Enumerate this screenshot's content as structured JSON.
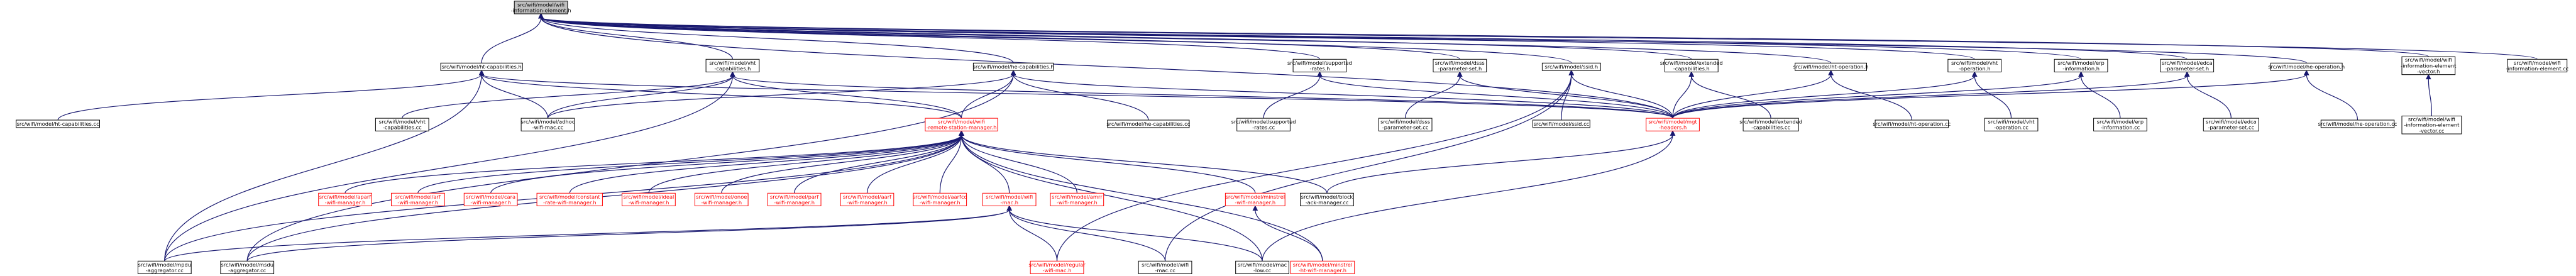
{
  "nodes": [
    {
      "id": "root",
      "lines": [
        "src/wifi/model/wifi",
        "-information-element.h"
      ],
      "style": "root"
    },
    {
      "id": "ht-cap-h",
      "lines": [
        "src/wifi/model/ht-capabilities.h"
      ],
      "style": "normal"
    },
    {
      "id": "vht-cap-h",
      "lines": [
        "src/wifi/model/vht",
        "-capabilities.h"
      ],
      "style": "normal"
    },
    {
      "id": "he-cap-h",
      "lines": [
        "src/wifi/model/he-capabilities.h"
      ],
      "style": "normal"
    },
    {
      "id": "supp-rates-h",
      "lines": [
        "src/wifi/model/supported",
        "-rates.h"
      ],
      "style": "normal"
    },
    {
      "id": "dsss-h",
      "lines": [
        "src/wifi/model/dsss",
        "-parameter-set.h"
      ],
      "style": "normal"
    },
    {
      "id": "ssid-h",
      "lines": [
        "src/wifi/model/ssid.h"
      ],
      "style": "normal"
    },
    {
      "id": "ext-cap-h",
      "lines": [
        "src/wifi/model/extended",
        "-capabilities.h"
      ],
      "style": "normal"
    },
    {
      "id": "ht-op-h",
      "lines": [
        "src/wifi/model/ht-operation.h"
      ],
      "style": "normal"
    },
    {
      "id": "vht-op-h",
      "lines": [
        "src/wifi/model/vht",
        "-operation.h"
      ],
      "style": "normal"
    },
    {
      "id": "erp-h",
      "lines": [
        "src/wifi/model/erp",
        "-information.h"
      ],
      "style": "normal"
    },
    {
      "id": "edca-h",
      "lines": [
        "src/wifi/model/edca",
        "-parameter-set.h"
      ],
      "style": "normal"
    },
    {
      "id": "he-op-h",
      "lines": [
        "src/wifi/model/he-operation.h"
      ],
      "style": "normal"
    },
    {
      "id": "iev-h",
      "lines": [
        "src/wifi/model/wifi",
        "-information-element",
        "-vector.h"
      ],
      "style": "normal"
    },
    {
      "id": "ie-cc",
      "lines": [
        "src/wifi/model/wifi",
        "-information-element.cc"
      ],
      "style": "normal"
    },
    {
      "id": "ht-cap-cc",
      "lines": [
        "src/wifi/model/ht-capabilities.cc"
      ],
      "style": "normal"
    },
    {
      "id": "vht-cap-cc",
      "lines": [
        "src/wifi/model/vht",
        "-capabilities.cc"
      ],
      "style": "normal"
    },
    {
      "id": "adhoc-cc",
      "lines": [
        "src/wifi/model/adhoc",
        "-wifi-mac.cc"
      ],
      "style": "normal"
    },
    {
      "id": "rsm-h",
      "lines": [
        "src/wifi/model/wifi",
        "-remote-station-manager.h"
      ],
      "style": "red"
    },
    {
      "id": "he-cap-cc",
      "lines": [
        "src/wifi/model/he-capabilities.cc"
      ],
      "style": "normal"
    },
    {
      "id": "supp-rates-cc",
      "lines": [
        "src/wifi/model/supported",
        "-rates.cc"
      ],
      "style": "normal"
    },
    {
      "id": "dsss-cc",
      "lines": [
        "src/wifi/model/dsss",
        "-parameter-set.cc"
      ],
      "style": "normal"
    },
    {
      "id": "ssid-cc",
      "lines": [
        "src/wifi/model/ssid.cc"
      ],
      "style": "normal"
    },
    {
      "id": "mgt-h",
      "lines": [
        "src/wifi/model/mgt",
        "-headers.h"
      ],
      "style": "red"
    },
    {
      "id": "ext-cap-cc",
      "lines": [
        "src/wifi/model/extended",
        "-capabilities.cc"
      ],
      "style": "normal"
    },
    {
      "id": "ht-op-cc",
      "lines": [
        "src/wifi/model/ht-operation.cc"
      ],
      "style": "normal"
    },
    {
      "id": "vht-op-cc",
      "lines": [
        "src/wifi/model/vht",
        "-operation.cc"
      ],
      "style": "normal"
    },
    {
      "id": "erp-cc",
      "lines": [
        "src/wifi/model/erp",
        "-information.cc"
      ],
      "style": "normal"
    },
    {
      "id": "edca-cc",
      "lines": [
        "src/wifi/model/edca",
        "-parameter-set.cc"
      ],
      "style": "normal"
    },
    {
      "id": "he-op-cc",
      "lines": [
        "src/wifi/model/he-operation.cc"
      ],
      "style": "normal"
    },
    {
      "id": "iev-cc",
      "lines": [
        "src/wifi/model/wifi",
        "-information-element",
        "-vector.cc"
      ],
      "style": "normal"
    },
    {
      "id": "aparf-h",
      "lines": [
        "src/wifi/model/aparf",
        "-wifi-manager.h"
      ],
      "style": "red"
    },
    {
      "id": "arf-h",
      "lines": [
        "src/wifi/model/arf",
        "-wifi-manager.h"
      ],
      "style": "red"
    },
    {
      "id": "cara-h",
      "lines": [
        "src/wifi/model/cara",
        "-wifi-manager.h"
      ],
      "style": "red"
    },
    {
      "id": "constant-h",
      "lines": [
        "src/wifi/model/constant",
        "-rate-wifi-manager.h"
      ],
      "style": "red"
    },
    {
      "id": "ideal-h",
      "lines": [
        "src/wifi/model/ideal",
        "-wifi-manager.h"
      ],
      "style": "red"
    },
    {
      "id": "onoe-h",
      "lines": [
        "src/wifi/model/onoe",
        "-wifi-manager.h"
      ],
      "style": "red"
    },
    {
      "id": "parf-h",
      "lines": [
        "src/wifi/model/parf",
        "-wifi-manager.h"
      ],
      "style": "red"
    },
    {
      "id": "aarf-h",
      "lines": [
        "src/wifi/model/aarf",
        "-wifi-manager.h"
      ],
      "style": "red"
    },
    {
      "id": "aarfcd-h",
      "lines": [
        "src/wifi/model/aarfcd",
        "-wifi-manager.h"
      ],
      "style": "red"
    },
    {
      "id": "mac-h",
      "lines": [
        "src/wifi/model/wifi",
        "-mac.h"
      ],
      "style": "red"
    },
    {
      "id": "amrr-h",
      "lines": [
        "src/wifi/model/amrr",
        "-wifi-manager.h"
      ],
      "style": "red"
    },
    {
      "id": "minstrel-h",
      "lines": [
        "src/wifi/model/minstrel",
        "-wifi-manager.h"
      ],
      "style": "red"
    },
    {
      "id": "block-ack-cc",
      "lines": [
        "src/wifi/model/block",
        "-ack-manager.cc"
      ],
      "style": "normal"
    },
    {
      "id": "mpdu-agg-cc",
      "lines": [
        "src/wifi/model/mpdu",
        "-aggregator.cc"
      ],
      "style": "normal"
    },
    {
      "id": "msdu-agg-cc",
      "lines": [
        "src/wifi/model/msdu",
        "-aggregator.cc"
      ],
      "style": "normal"
    },
    {
      "id": "regular-h",
      "lines": [
        "src/wifi/model/regular",
        "-wifi-mac.h"
      ],
      "style": "red"
    },
    {
      "id": "mac-cc",
      "lines": [
        "src/wifi/model/wifi",
        "-mac.cc"
      ],
      "style": "normal"
    },
    {
      "id": "mac-low-cc",
      "lines": [
        "src/wifi/model/mac",
        "-low.cc"
      ],
      "style": "normal"
    },
    {
      "id": "minstrel-ht-h",
      "lines": [
        "src/wifi/model/minstrel",
        "-ht-wifi-manager.h"
      ],
      "style": "red"
    }
  ],
  "edges": [
    [
      "ht-cap-h",
      "root"
    ],
    [
      "vht-cap-h",
      "root"
    ],
    [
      "he-cap-h",
      "root"
    ],
    [
      "supp-rates-h",
      "root"
    ],
    [
      "dsss-h",
      "root"
    ],
    [
      "ssid-h",
      "root"
    ],
    [
      "ext-cap-h",
      "root"
    ],
    [
      "ht-op-h",
      "root"
    ],
    [
      "vht-op-h",
      "root"
    ],
    [
      "erp-h",
      "root"
    ],
    [
      "edca-h",
      "root"
    ],
    [
      "he-op-h",
      "root"
    ],
    [
      "iev-h",
      "root"
    ],
    [
      "ie-cc",
      "root"
    ],
    [
      "mgt-h",
      "root"
    ],
    [
      "ht-cap-cc",
      "ht-cap-h"
    ],
    [
      "mgt-h",
      "ht-cap-h"
    ],
    [
      "adhoc-cc",
      "ht-cap-h"
    ],
    [
      "rsm-h",
      "ht-cap-h"
    ],
    [
      "mpdu-agg-cc",
      "ht-cap-h"
    ],
    [
      "vht-cap-cc",
      "vht-cap-h"
    ],
    [
      "adhoc-cc",
      "vht-cap-h"
    ],
    [
      "rsm-h",
      "vht-cap-h"
    ],
    [
      "mgt-h",
      "vht-cap-h"
    ],
    [
      "mpdu-agg-cc",
      "vht-cap-h"
    ],
    [
      "he-cap-cc",
      "he-cap-h"
    ],
    [
      "rsm-h",
      "he-cap-h"
    ],
    [
      "adhoc-cc",
      "he-cap-h"
    ],
    [
      "mgt-h",
      "he-cap-h"
    ],
    [
      "msdu-agg-cc",
      "he-cap-h"
    ],
    [
      "supp-rates-cc",
      "supp-rates-h"
    ],
    [
      "mgt-h",
      "supp-rates-h"
    ],
    [
      "dsss-cc",
      "dsss-h"
    ],
    [
      "mgt-h",
      "dsss-h"
    ],
    [
      "ssid-cc",
      "ssid-h"
    ],
    [
      "mgt-h",
      "ssid-h"
    ],
    [
      "regular-h",
      "ssid-h"
    ],
    [
      "mac-cc",
      "ssid-h"
    ],
    [
      "ext-cap-cc",
      "ext-cap-h"
    ],
    [
      "mgt-h",
      "ext-cap-h"
    ],
    [
      "ht-op-cc",
      "ht-op-h"
    ],
    [
      "mgt-h",
      "ht-op-h"
    ],
    [
      "vht-op-cc",
      "vht-op-h"
    ],
    [
      "mgt-h",
      "vht-op-h"
    ],
    [
      "erp-cc",
      "erp-h"
    ],
    [
      "mgt-h",
      "erp-h"
    ],
    [
      "edca-cc",
      "edca-h"
    ],
    [
      "mgt-h",
      "edca-h"
    ],
    [
      "he-op-cc",
      "he-op-h"
    ],
    [
      "mgt-h",
      "he-op-h"
    ],
    [
      "iev-cc",
      "iev-h"
    ],
    [
      "block-ack-cc",
      "mgt-h"
    ],
    [
      "mac-low-cc",
      "mgt-h"
    ],
    [
      "aparf-h",
      "rsm-h"
    ],
    [
      "arf-h",
      "rsm-h"
    ],
    [
      "cara-h",
      "rsm-h"
    ],
    [
      "constant-h",
      "rsm-h"
    ],
    [
      "ideal-h",
      "rsm-h"
    ],
    [
      "onoe-h",
      "rsm-h"
    ],
    [
      "parf-h",
      "rsm-h"
    ],
    [
      "aarf-h",
      "rsm-h"
    ],
    [
      "aarfcd-h",
      "rsm-h"
    ],
    [
      "mac-h",
      "rsm-h"
    ],
    [
      "amrr-h",
      "rsm-h"
    ],
    [
      "minstrel-h",
      "rsm-h"
    ],
    [
      "block-ack-cc",
      "rsm-h"
    ],
    [
      "mpdu-agg-cc",
      "rsm-h"
    ],
    [
      "msdu-agg-cc",
      "rsm-h"
    ],
    [
      "mac-low-cc",
      "rsm-h"
    ],
    [
      "minstrel-ht-h",
      "rsm-h"
    ],
    [
      "mpdu-agg-cc",
      "mac-h"
    ],
    [
      "msdu-agg-cc",
      "mac-h"
    ],
    [
      "regular-h",
      "mac-h"
    ],
    [
      "mac-cc",
      "mac-h"
    ],
    [
      "mac-low-cc",
      "mac-h"
    ],
    [
      "minstrel-ht-h",
      "minstrel-h"
    ]
  ]
}
